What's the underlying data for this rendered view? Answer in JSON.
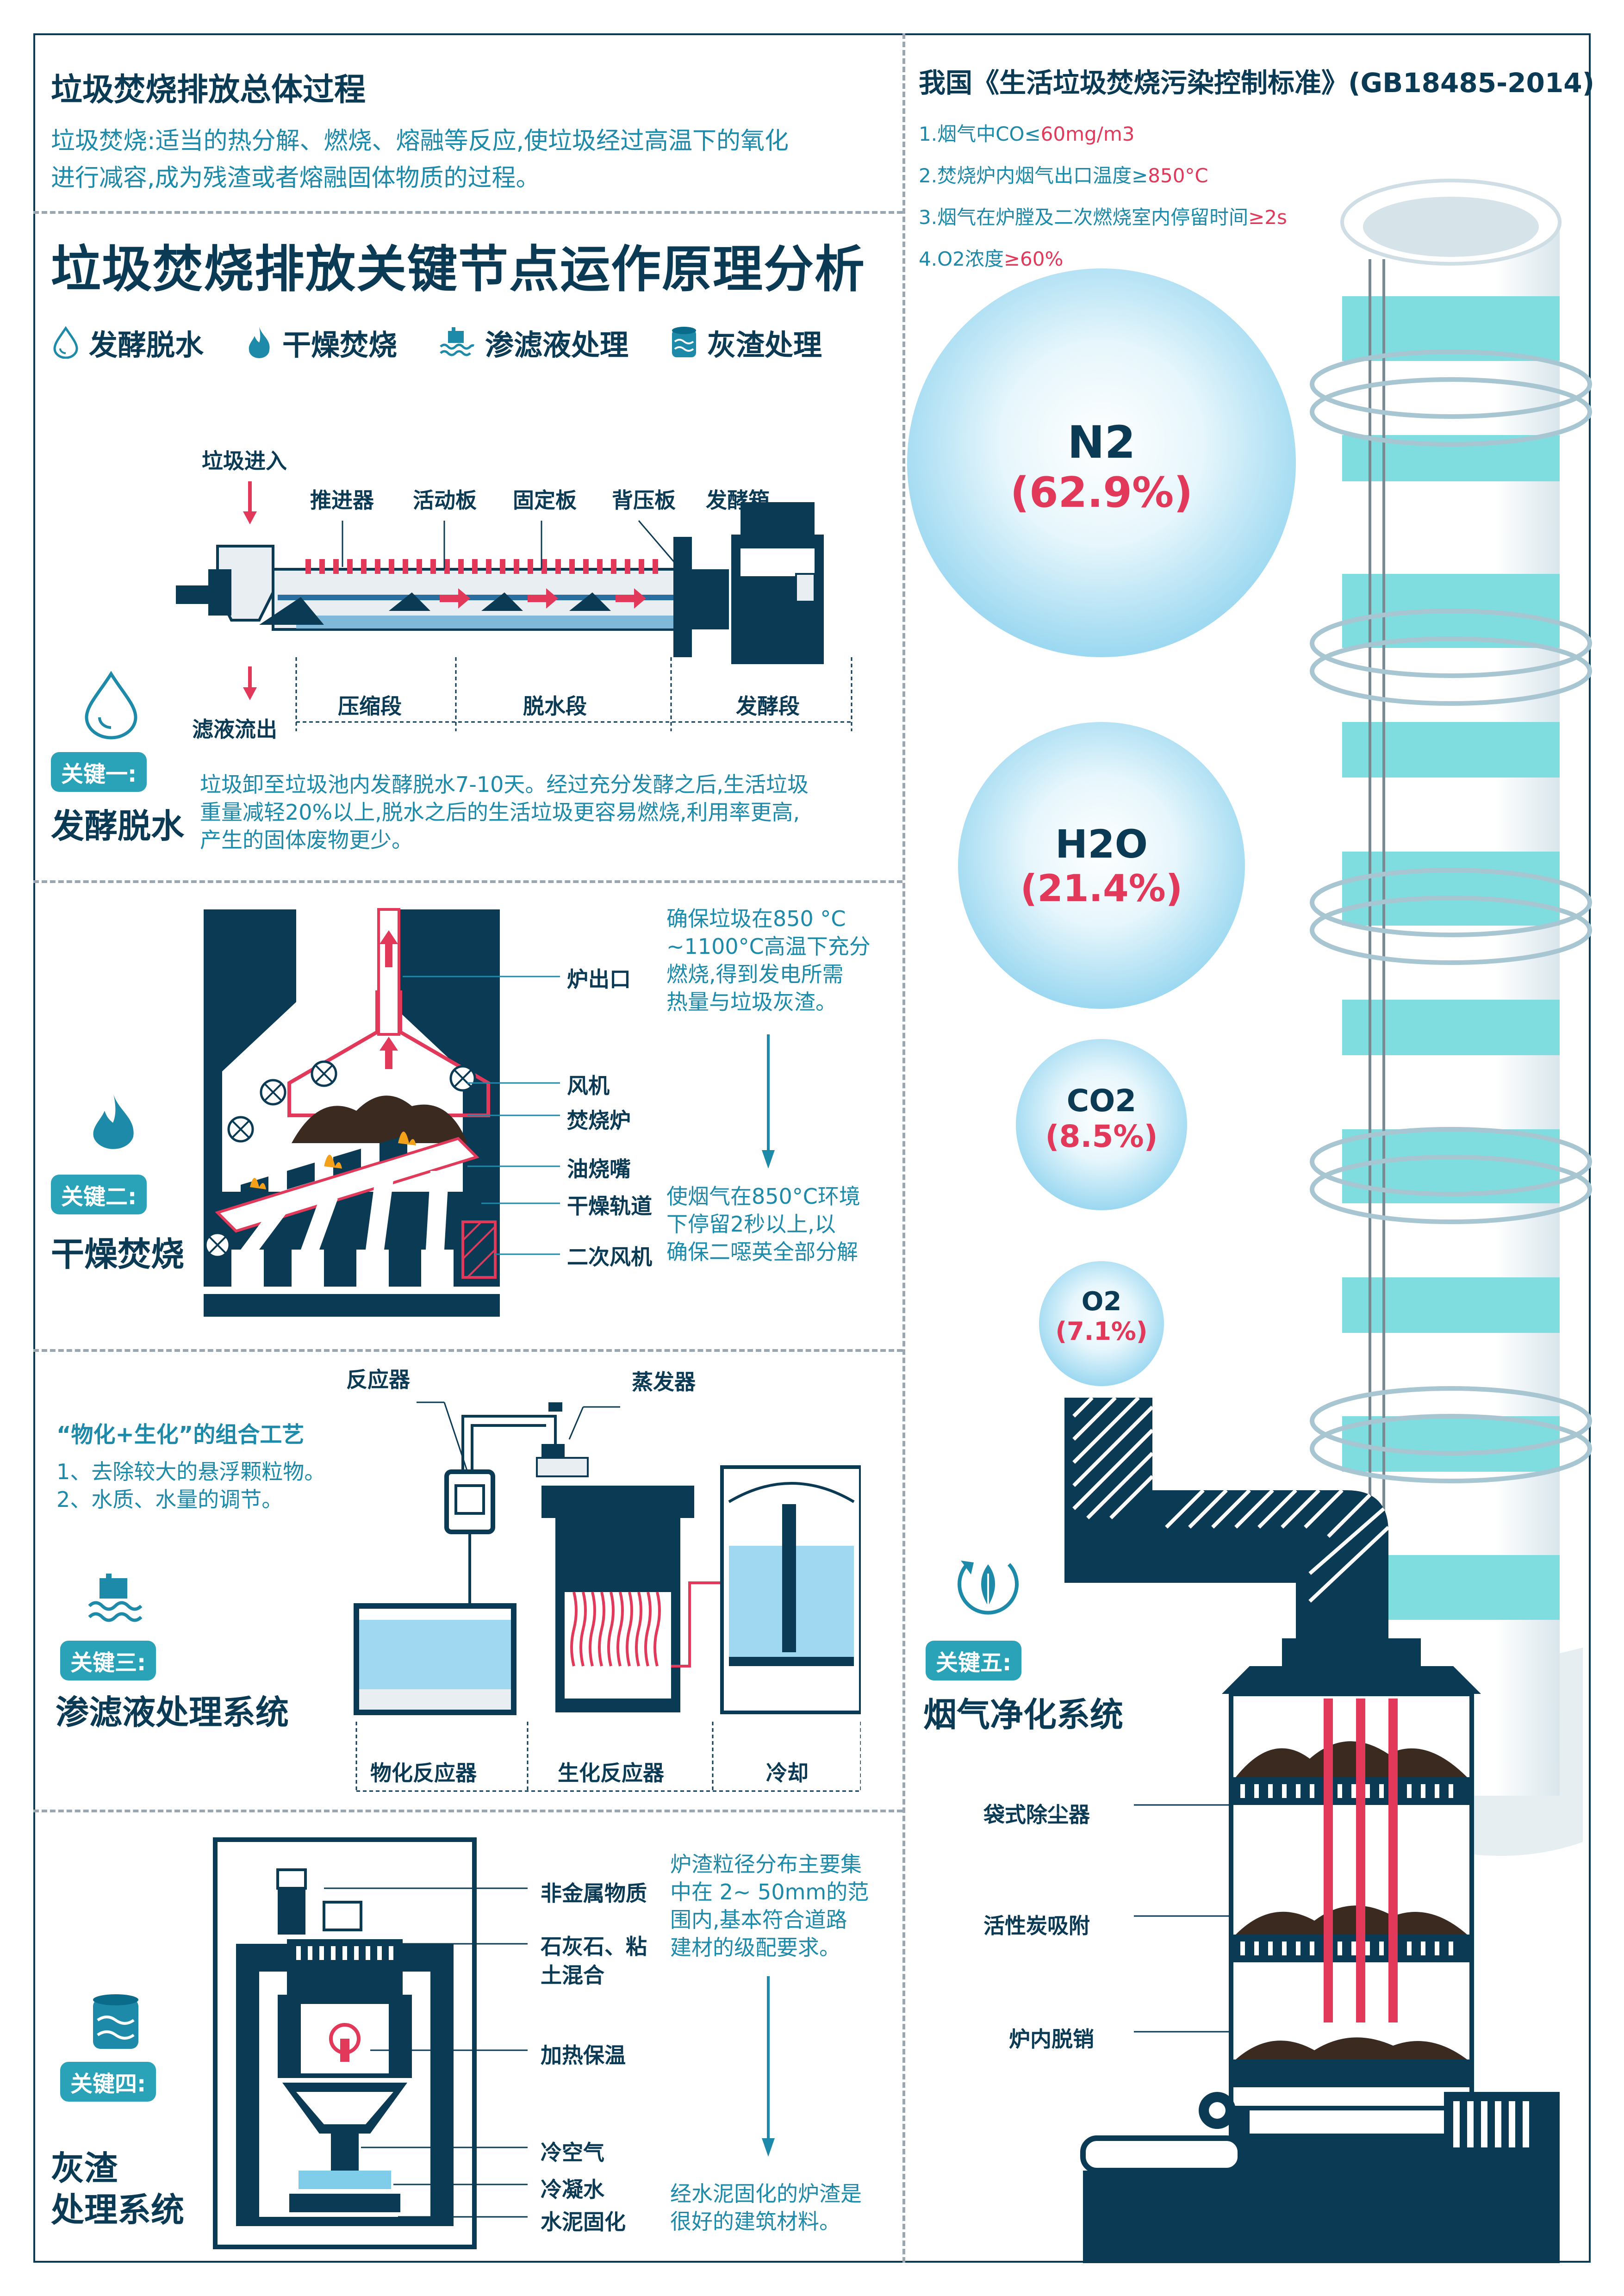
{
  "overview": {
    "title": "垃圾焚烧排放总体过程",
    "text_line1": "垃圾焚烧:适当的热分解、燃烧、熔融等反应,使垃圾经过高温下的氧化",
    "text_line2": "进行减容,成为残渣或者熔融固体物质的过程。"
  },
  "main_title": "垃圾焚烧排放关键节点运作原理分析",
  "legend": [
    {
      "icon": "droplet-icon",
      "label": "发酵脱水"
    },
    {
      "icon": "flame-icon",
      "label": "干燥焚烧"
    },
    {
      "icon": "water-treatment-icon",
      "label": "渗滤液处理"
    },
    {
      "icon": "barrel-icon",
      "label": "灰渣处理"
    }
  ],
  "key1": {
    "badge": "关键一:",
    "name": "发酵脱水",
    "labels": {
      "inlet": "垃圾进入",
      "pusher": "推进器",
      "movable": "活动板",
      "fixed": "固定板",
      "back": "背压板",
      "tank": "发酵箱",
      "outlet": "滤液流出"
    },
    "stages": [
      "压缩段",
      "脱水段",
      "发酵段"
    ],
    "desc": [
      "垃圾卸至垃圾池内发酵脱水7-10天。经过充分发酵之后,生活垃圾",
      "重量减轻20%以上,脱水之后的生活垃圾更容易燃烧,利用率更高,",
      "产生的固体废物更少。"
    ]
  },
  "key2": {
    "badge": "关键二:",
    "name": "干燥焚烧",
    "labels": [
      "炉出口",
      "风机",
      "焚烧炉",
      "油烧嘴",
      "干燥轨道",
      "二次风机"
    ],
    "desc1": [
      "确保垃圾在850 °C",
      "~1100°C高温下充分",
      "燃烧,得到发电所需",
      "热量与垃圾灰渣。"
    ],
    "desc2": [
      "使烟气在850°C环境",
      "下停留2秒以上,以",
      "确保二噁英全部分解"
    ]
  },
  "key3": {
    "badge": "关键三:",
    "name": "渗滤液处理系统",
    "subtitle": "“物化+生化”的组合工艺",
    "points": [
      "1、去除较大的悬浮颗粒物。",
      "2、水质、水量的调节。"
    ],
    "top_labels": {
      "reactor": "反应器",
      "evaporator": "蒸发器"
    },
    "stages": [
      "物化反应器",
      "生化反应器",
      "冷却"
    ]
  },
  "key4": {
    "badge": "关键四:",
    "name_line1": "灰渣",
    "name_line2": "处理系统",
    "labels": [
      "非金属物质",
      "石灰石、粘",
      "土混合",
      "加热保温",
      "冷空气",
      "冷凝水",
      "水泥固化"
    ],
    "desc1": [
      "炉渣粒径分布主要集",
      "中在 2~ 50mm的范",
      "围内,基本符合道路",
      "建材的级配要求。"
    ],
    "desc2": [
      "经水泥固化的炉渣是",
      "很好的建筑材料。"
    ]
  },
  "standard": {
    "title": "我国《生活垃圾焚烧污染控制标准》(GB18485-2014)",
    "items": [
      {
        "text": "1.烟气中CO≤",
        "value": "60mg/m3"
      },
      {
        "text": "2.焚烧炉内烟气出口温度≥",
        "value": "850°C"
      },
      {
        "text": "3.烟气在炉膛及二次燃烧室内停留时间",
        "value": "≥2s"
      },
      {
        "text": "4.O2浓度",
        "value": "≥60%"
      }
    ]
  },
  "gases": [
    {
      "name": "N2",
      "pct": "(62.9%)"
    },
    {
      "name": "H2O",
      "pct": "(21.4%)"
    },
    {
      "name": "CO2",
      "pct": "(8.5%)"
    },
    {
      "name": "O2",
      "pct": "(7.1%)"
    }
  ],
  "key5": {
    "badge": "关键五:",
    "name": "烟气净化系统",
    "labels": [
      "袋式除尘器",
      "活性炭吸附",
      "炉内脱销"
    ]
  },
  "colors": {
    "navy": "#0b3a55",
    "teal": "#2aa3b8",
    "red": "#e2385a",
    "sky": "#7fcde8"
  }
}
